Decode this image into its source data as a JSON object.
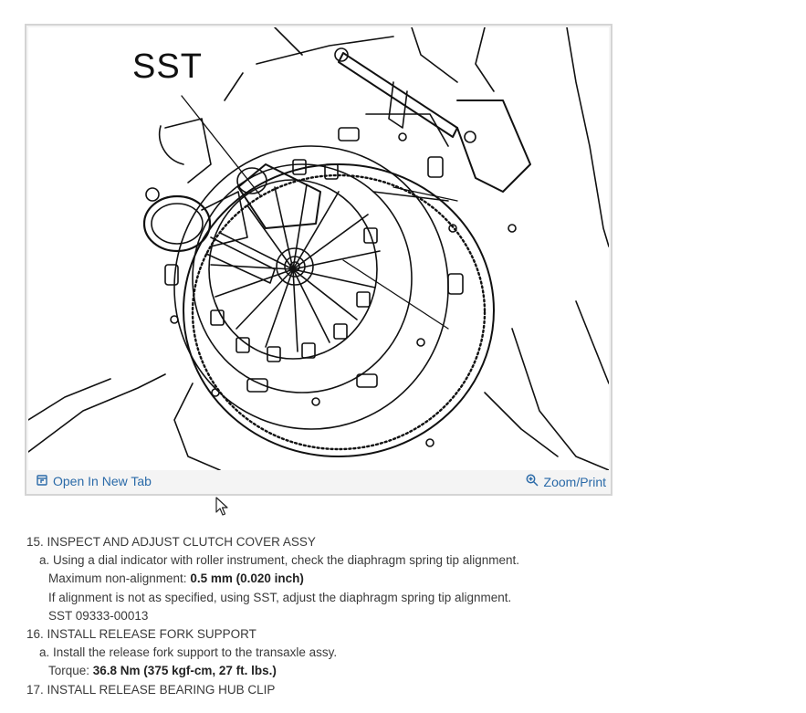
{
  "figure": {
    "callout_label": "SST",
    "open_new_tab_label": "Open In New Tab",
    "zoom_print_label": "Zoom/Print"
  },
  "steps": {
    "s15_title": "15. INSPECT AND ADJUST CLUTCH COVER ASSY",
    "s15a_text": "a. Using a dial indicator with roller instrument, check the diaphragm spring tip alignment.",
    "s15a_max_label": "Maximum non-alignment: ",
    "s15a_max_value": "0.5 mm (0.020 inch)",
    "s15a_if_text": "If alignment is not as specified, using SST, adjust the diaphragm spring tip alignment.",
    "s15a_sst": "SST 09333-00013",
    "s16_title": "16. INSTALL RELEASE FORK SUPPORT",
    "s16a_text": "a. Install the release fork support to the transaxle assy.",
    "s16a_torque_label": "Torque: ",
    "s16a_torque_value": "36.8 Nm (375 kgf-cm, 27 ft. lbs.)",
    "s17_title": "17. INSTALL RELEASE BEARING HUB CLIP"
  },
  "icons": {
    "open_tab": "open-in-new-tab-icon",
    "zoom": "magnifier-plus-icon",
    "cursor": "mouse-pointer-icon"
  },
  "colors": {
    "link": "#2a6aa8",
    "text": "#3a3a3a",
    "frame": "#d4d4d4",
    "toolbar_bg": "#f4f4f4"
  }
}
